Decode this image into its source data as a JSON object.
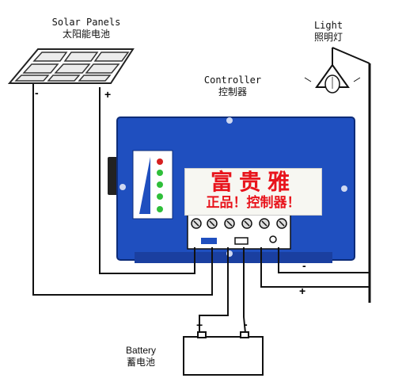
{
  "labels": {
    "solar_en": "Solar Panels",
    "solar_cn": "太阳能电池",
    "light_en": "Light",
    "light_cn": "照明灯",
    "controller_en": "Controller",
    "controller_cn": "控制器",
    "battery_en": "Battery",
    "battery_cn": "蓄电池"
  },
  "brand": {
    "line1": "富贵雅",
    "line2": "正品！控制器！"
  },
  "signs": {
    "panel_minus": "-",
    "panel_plus": "+",
    "light_minus": "-",
    "light_plus": "+",
    "battery_plus": "+",
    "battery_minus": "-"
  },
  "colors": {
    "controller_blue": "#1f4fbf",
    "brand_red": "#e8141c",
    "led_red": "#d62020",
    "led_green": "#2fbf3a"
  }
}
